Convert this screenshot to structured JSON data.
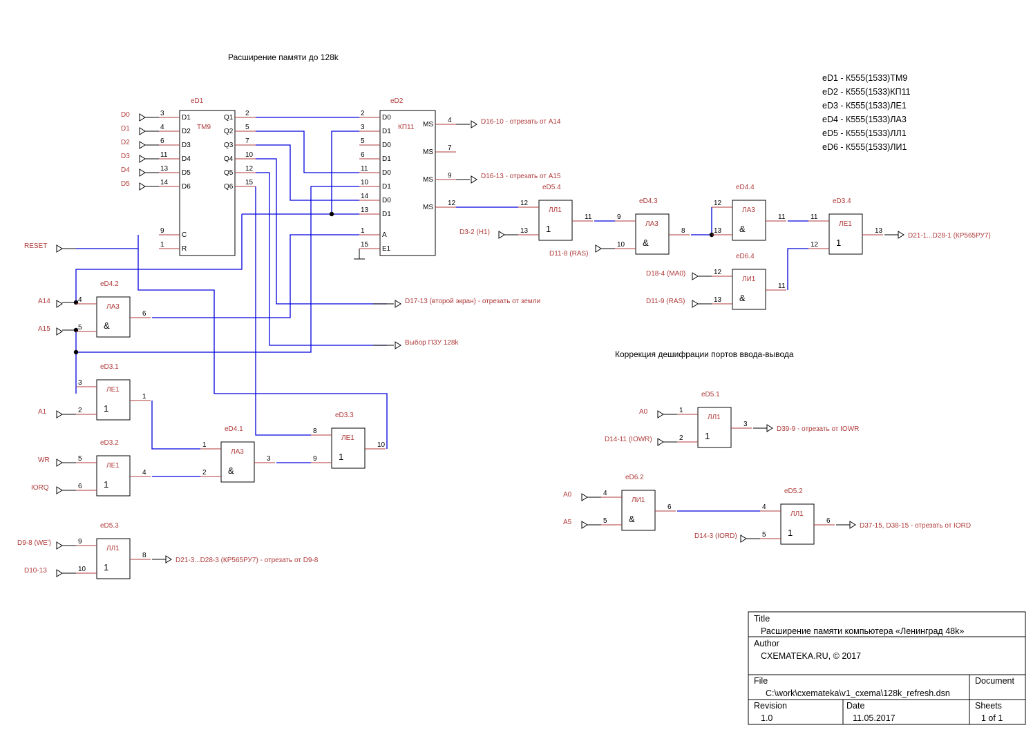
{
  "headings": {
    "memory": "Расширение памяти до 128k",
    "io": "Коррекция дешифрации портов ввода-вывода"
  },
  "legend": [
    "eD1 - К555(1533)ТМ9",
    "eD2 - К555(1533)КП11",
    "eD3 - К555(1533)ЛЕ1",
    "eD4 - К555(1533)ЛА3",
    "eD5 - К555(1533)ЛЛ1",
    "eD6 - К555(1533)ЛИ1"
  ],
  "eD1": {
    "ref": "eD1",
    "type": "TM9",
    "inputs": [
      {
        "net": "D0",
        "pin": "3",
        "label": "D1"
      },
      {
        "net": "D1",
        "pin": "4",
        "label": "D2"
      },
      {
        "net": "D2",
        "pin": "6",
        "label": "D3"
      },
      {
        "net": "D3",
        "pin": "11",
        "label": "D4"
      },
      {
        "net": "D4",
        "pin": "13",
        "label": "D5"
      },
      {
        "net": "D5",
        "pin": "14",
        "label": "D6"
      }
    ],
    "outputs": [
      {
        "pin": "2",
        "label": "Q1"
      },
      {
        "pin": "5",
        "label": "Q2"
      },
      {
        "pin": "7",
        "label": "Q3"
      },
      {
        "pin": "10",
        "label": "Q4"
      },
      {
        "pin": "12",
        "label": "Q5"
      },
      {
        "pin": "15",
        "label": "Q6"
      }
    ],
    "clock": {
      "pin": "9",
      "label": "C"
    },
    "reset": {
      "pin": "1",
      "label": "R",
      "net": "RESET"
    }
  },
  "eD2": {
    "ref": "eD2",
    "type": "КП11",
    "inputs": [
      {
        "pin": "2",
        "label": "D0"
      },
      {
        "pin": "3",
        "label": "D1"
      },
      {
        "pin": "5",
        "label": "D0"
      },
      {
        "pin": "6",
        "label": "D1"
      },
      {
        "pin": "11",
        "label": "D0"
      },
      {
        "pin": "10",
        "label": "D1"
      },
      {
        "pin": "14",
        "label": "D0"
      },
      {
        "pin": "13",
        "label": "D1"
      },
      {
        "pin": "1",
        "label": "A"
      },
      {
        "pin": "15",
        "label": "E1"
      }
    ],
    "outputs": [
      {
        "pin": "4",
        "label": "MS",
        "net": "D16-10 - отрезать от A14"
      },
      {
        "pin": "7",
        "label": "MS",
        "net": ""
      },
      {
        "pin": "9",
        "label": "MS",
        "net": "D16-13 - отрезать от A15"
      },
      {
        "pin": "12",
        "label": "MS",
        "net": ""
      }
    ]
  },
  "gates": {
    "eD4_2": {
      "ref": "eD4.2",
      "type": "ЛА3",
      "sym": "&",
      "in": [
        {
          "pin": "4",
          "net": "A14"
        },
        {
          "pin": "5",
          "net": "A15"
        }
      ],
      "out": {
        "pin": "6"
      }
    },
    "eD3_1": {
      "ref": "eD3.1",
      "type": "ЛЕ1",
      "sym": "1",
      "in": [
        {
          "pin": "3",
          "net": ""
        },
        {
          "pin": "2",
          "net": "A1"
        }
      ],
      "out": {
        "pin": "1"
      }
    },
    "eD3_2": {
      "ref": "eD3.2",
      "type": "ЛЕ1",
      "sym": "1",
      "in": [
        {
          "pin": "5",
          "net": "WR"
        },
        {
          "pin": "6",
          "net": "IORQ"
        }
      ],
      "out": {
        "pin": "4"
      }
    },
    "eD5_3": {
      "ref": "eD5.3",
      "type": "ЛЛ1",
      "sym": "1",
      "in": [
        {
          "pin": "9",
          "net": "D9-8 (WE')"
        },
        {
          "pin": "10",
          "net": "D10-13"
        }
      ],
      "out": {
        "pin": "8",
        "net": "D21-3...D28-3 (КР565РУ7) - отрезать от D9-8"
      }
    },
    "eD4_1": {
      "ref": "eD4.1",
      "type": "ЛА3",
      "sym": "&",
      "in": [
        {
          "pin": "1",
          "net": ""
        },
        {
          "pin": "2",
          "net": ""
        }
      ],
      "out": {
        "pin": "3"
      }
    },
    "eD3_3": {
      "ref": "eD3.3",
      "type": "ЛЕ1",
      "sym": "1",
      "in": [
        {
          "pin": "8",
          "net": ""
        },
        {
          "pin": "9",
          "net": ""
        }
      ],
      "out": {
        "pin": "10"
      }
    },
    "eD5_4": {
      "ref": "eD5.4",
      "type": "ЛЛ1",
      "sym": "1",
      "in": [
        {
          "pin": "12",
          "net": ""
        },
        {
          "pin": "13",
          "net": "D3-2 (H1)"
        }
      ],
      "out": {
        "pin": "11"
      }
    },
    "eD4_3": {
      "ref": "eD4.3",
      "type": "ЛА3",
      "sym": "&",
      "in": [
        {
          "pin": "9",
          "net": ""
        },
        {
          "pin": "10",
          "net": "D11-8 (RAS)"
        }
      ],
      "out": {
        "pin": "8"
      }
    },
    "eD4_4": {
      "ref": "eD4.4",
      "type": "ЛА3",
      "sym": "&",
      "in": [
        {
          "pin": "12",
          "net": ""
        },
        {
          "pin": "13",
          "net": ""
        }
      ],
      "out": {
        "pin": "11"
      }
    },
    "eD6_4": {
      "ref": "eD6.4",
      "type": "ЛИ1",
      "sym": "&",
      "in": [
        {
          "pin": "12",
          "net": "D18-4 (MA0)"
        },
        {
          "pin": "13",
          "net": "D11-9 (RAS)"
        }
      ],
      "out": {
        "pin": "11"
      }
    },
    "eD3_4": {
      "ref": "eD3.4",
      "type": "ЛЕ1",
      "sym": "1",
      "in": [
        {
          "pin": "11",
          "net": ""
        },
        {
          "pin": "12",
          "net": ""
        }
      ],
      "out": {
        "pin": "13",
        "net": "D21-1...D28-1 (КР565РУ7)"
      }
    },
    "eD5_1": {
      "ref": "eD5.1",
      "type": "ЛЛ1",
      "sym": "1",
      "in": [
        {
          "pin": "1",
          "net": "A0"
        },
        {
          "pin": "2",
          "net": "D14-11 (IOWR)"
        }
      ],
      "out": {
        "pin": "3",
        "net": "D39-9 - отрезать от IOWR"
      }
    },
    "eD6_2": {
      "ref": "eD6.2",
      "type": "ЛИ1",
      "sym": "&",
      "in": [
        {
          "pin": "4",
          "net": "A0"
        },
        {
          "pin": "5",
          "net": "A5"
        }
      ],
      "out": {
        "pin": "6"
      }
    },
    "eD5_2": {
      "ref": "eD5.2",
      "type": "ЛЛ1",
      "sym": "1",
      "in": [
        {
          "pin": "4",
          "net": ""
        },
        {
          "pin": "5",
          "net": "D14-3 (IORD)"
        }
      ],
      "out": {
        "pin": "6",
        "net": "D37-15, D38-15 - отрезать от IORD"
      }
    }
  },
  "offsheet": {
    "screen2": "D17-13 (второй экран) - отрезать от земли",
    "rom128": "Выбор ПЗУ 128k"
  },
  "titleblock": {
    "title_label": "Title",
    "title": "Расширение памяти компьютера «Ленинград 48k»",
    "author_label": "Author",
    "author": "CXEMATEKA.RU, © 2017",
    "file_label": "File",
    "file": "C:\\work\\cxemateka\\v1_cxema\\128k_refresh.dsn",
    "document_label": "Document",
    "document": "",
    "revision_label": "Revision",
    "revision": "1.0",
    "date_label": "Date",
    "date": "11.05.2017",
    "sheets_label": "Sheets",
    "sheets": "1 of 1"
  }
}
